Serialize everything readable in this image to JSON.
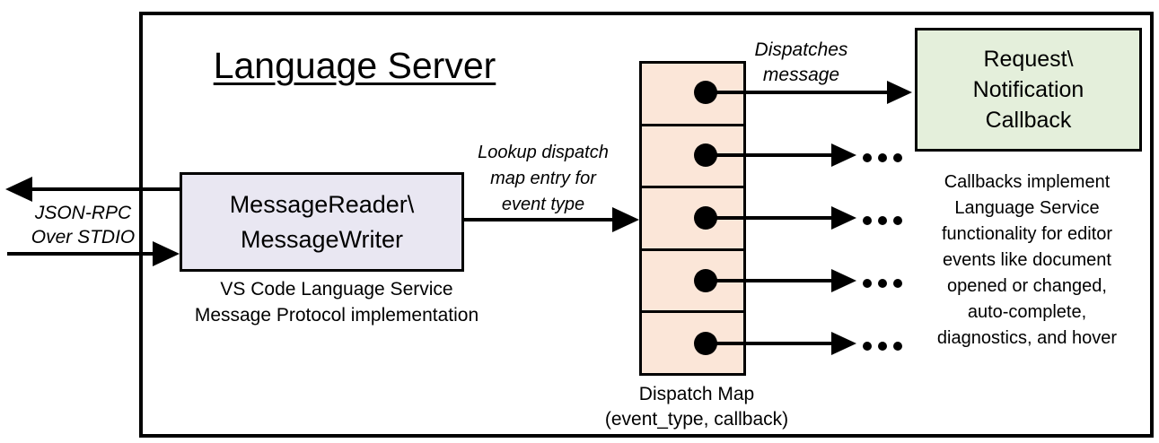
{
  "diagram": {
    "title": "Language Server",
    "io_label": {
      "lines": [
        "JSON-RPC",
        "Over STDIO"
      ]
    },
    "reader_box": {
      "lines": [
        "MessageReader\\",
        "MessageWriter"
      ],
      "fill": "#E9E7F2",
      "caption": {
        "lines": [
          "VS Code Language Service",
          "Message Protocol implementation"
        ]
      }
    },
    "lookup_label": {
      "lines": [
        "Lookup dispatch",
        "map entry for",
        "event type"
      ]
    },
    "dispatches_label": {
      "lines": [
        "Dispatches",
        "message"
      ]
    },
    "dispatch_map": {
      "cells": 5,
      "fill": "#FBE6D8",
      "caption": {
        "lines": [
          "Dispatch Map",
          "(event_type, callback)"
        ]
      }
    },
    "callback_box": {
      "lines": [
        "Request\\",
        "Notification",
        "Callback"
      ],
      "fill": "#E4EFDB"
    },
    "callbacks_note": {
      "lines": [
        "Callbacks implement",
        "Language Service",
        "functionality for editor",
        "events like document",
        "opened or changed,",
        "auto-complete,",
        "diagnostics, and hover"
      ]
    },
    "colors": {
      "line": "#000000",
      "background": "#FFFFFF"
    }
  }
}
